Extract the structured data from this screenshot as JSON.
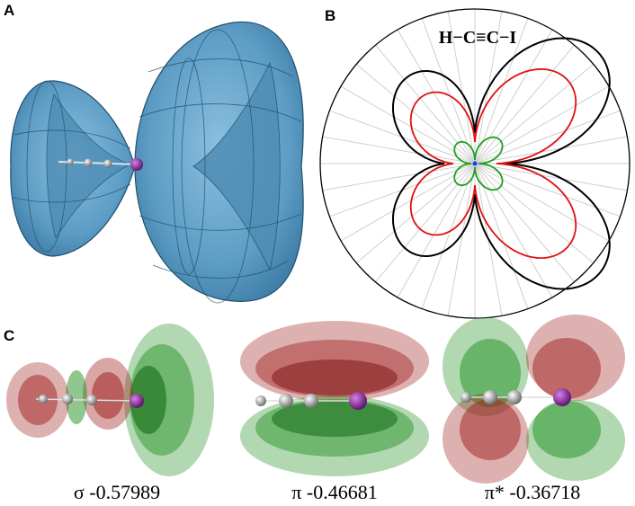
{
  "panels": {
    "a": "A",
    "b": "B",
    "c": "C"
  },
  "molecule_formula": "H−C≡C−I",
  "orbitals": [
    {
      "label": "σ -0.57989"
    },
    {
      "label": "π -0.46681"
    },
    {
      "label": "π* -0.36718"
    }
  ],
  "colors": {
    "isosurface": "#5d9cc4",
    "curve_outer": "#000000",
    "curve_middle": "#e01010",
    "curve_inner": "#20a020",
    "lobe_positive": "#a02020",
    "lobe_negative": "#209020",
    "iodine_atom": "#7a1a8a"
  }
}
